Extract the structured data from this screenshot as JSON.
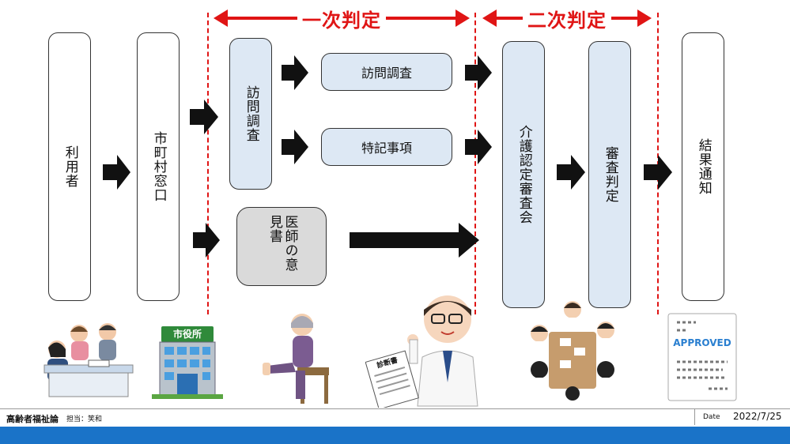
{
  "phases": {
    "primary": "一次判定",
    "secondary": "二次判定"
  },
  "boxes": {
    "user": "利用者",
    "office": "市町村窓口",
    "visit_survey": "訪問調査",
    "visit_survey_h": "訪問調査",
    "special_notes": "特記事項",
    "doctor_opinion": "医師の意見書",
    "care_committee": "介護認定審査会",
    "review": "審査判定",
    "result": "結果通知"
  },
  "illustrations": {
    "city_hall_sign": "市役所",
    "diagnosis_doc": "診断書",
    "approved_stamp": "APPROVED"
  },
  "footer": {
    "title": "高齢者福祉論",
    "presenter": "担当：笑和",
    "date_label": "Date",
    "date_value": "2022/7/25"
  },
  "colors": {
    "accent_red": "#e01515",
    "box_blue": "#dde8f4",
    "box_gray": "#dadada",
    "footer_blue": "#1a73c8"
  }
}
